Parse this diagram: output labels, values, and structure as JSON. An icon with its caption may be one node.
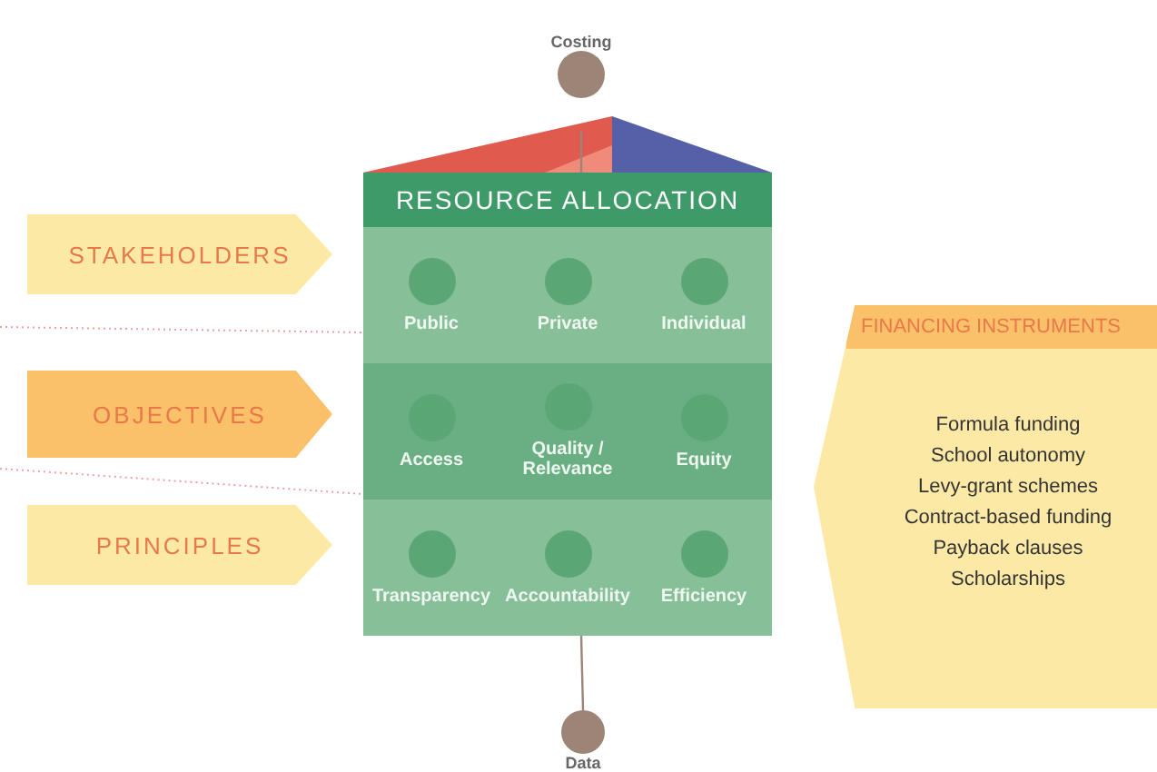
{
  "diagram": {
    "nodes": [
      {
        "text": [
          "Costing"
        ]
      },
      {
        "text": [
          "RESOURCE ALLOCATION"
        ]
      },
      {
        "text": [
          "Public"
        ],
        "in": 1
      },
      {
        "text": [
          "Private"
        ],
        "in": 1
      },
      {
        "text": [
          "Individual"
        ],
        "in": 1
      },
      {
        "text": [
          "Access"
        ],
        "in": 1
      },
      {
        "text": [
          "Quality / Relevance"
        ],
        "in": 1
      },
      {
        "text": [
          "Equity"
        ],
        "in": 1
      },
      {
        "text": [
          "Transparency"
        ],
        "in": 1
      },
      {
        "text": [
          "Accountability"
        ],
        "in": 1
      },
      {
        "text": [
          "Efficiency"
        ],
        "in": 1
      },
      {
        "text": [
          "Data"
        ]
      },
      {
        "text": [
          "STAKEHOLDERS"
        ]
      },
      {
        "text": [
          "OBJECTIVES"
        ]
      },
      {
        "text": [
          "PRINCIPLES"
        ]
      },
      {
        "text": [
          "FINANCING INSTRUMENTS",
          "Formula funding",
          "School autonomy",
          "Levy-grant schemes",
          "Contract-based funding",
          "Payback clauses",
          "Scholarships"
        ]
      }
    ],
    "edges": [
      {
        "from": 0,
        "to": 1,
        "arrow": "none"
      },
      {
        "from": 1,
        "to": 11,
        "arrow": "none"
      }
    ]
  }
}
